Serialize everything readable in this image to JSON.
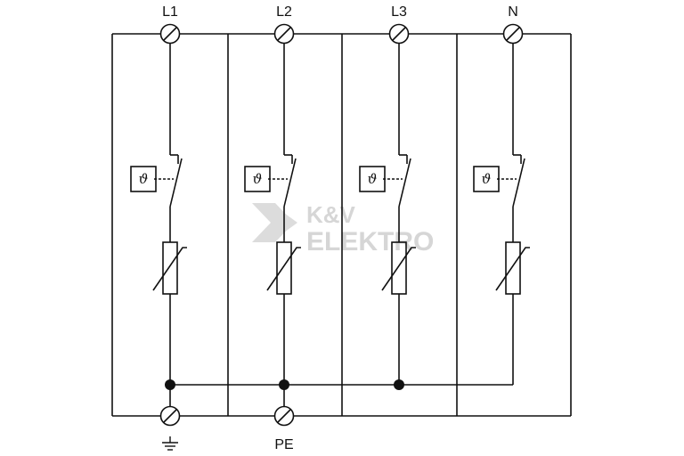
{
  "terminals": {
    "top": [
      "L1",
      "L2",
      "L3",
      "N"
    ],
    "bottom": [
      "",
      "PE"
    ]
  },
  "thermal_symbol": "ϑ",
  "watermark": {
    "line1": "K&V",
    "line2": "ELEKTRO"
  },
  "colors": {
    "line": "#111111",
    "watermark": "#d6d6d6"
  }
}
